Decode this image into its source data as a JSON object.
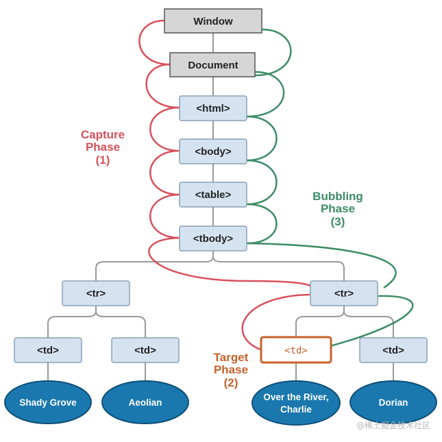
{
  "nodes": {
    "window": "Window",
    "document": "Document",
    "html": "<html>",
    "body": "<body>",
    "table": "<table>",
    "tbody": "<tbody>",
    "tr_left": "<tr>",
    "tr_right": "<tr>",
    "td_1": "<td>",
    "td_2": "<td>",
    "td_target": "<td>",
    "td_4": "<td>"
  },
  "leaves": {
    "leaf_1": "Shady Grove",
    "leaf_2": "Aeolian",
    "leaf_3_line1": "Over the River,",
    "leaf_3_line2": "Charlie",
    "leaf_4": "Dorian"
  },
  "phases": {
    "capture": {
      "line1": "Capture",
      "line2": "Phase",
      "line3": "(1)"
    },
    "bubbling": {
      "line1": "Bubbling",
      "line2": "Phase",
      "line3": "(3)"
    },
    "target": {
      "line1": "Target",
      "line2": "Phase",
      "line3": "(2)"
    }
  },
  "watermark": "@稀土掘金技术社区",
  "colors": {
    "capture": "#d8505a",
    "bubbling": "#3c8c64",
    "target": "#c7612a",
    "tree_line": "#999999",
    "node_gray": "#d6d6d6",
    "node_blue": "#d5e3f1",
    "leaf_fill": "#1a78ae"
  }
}
